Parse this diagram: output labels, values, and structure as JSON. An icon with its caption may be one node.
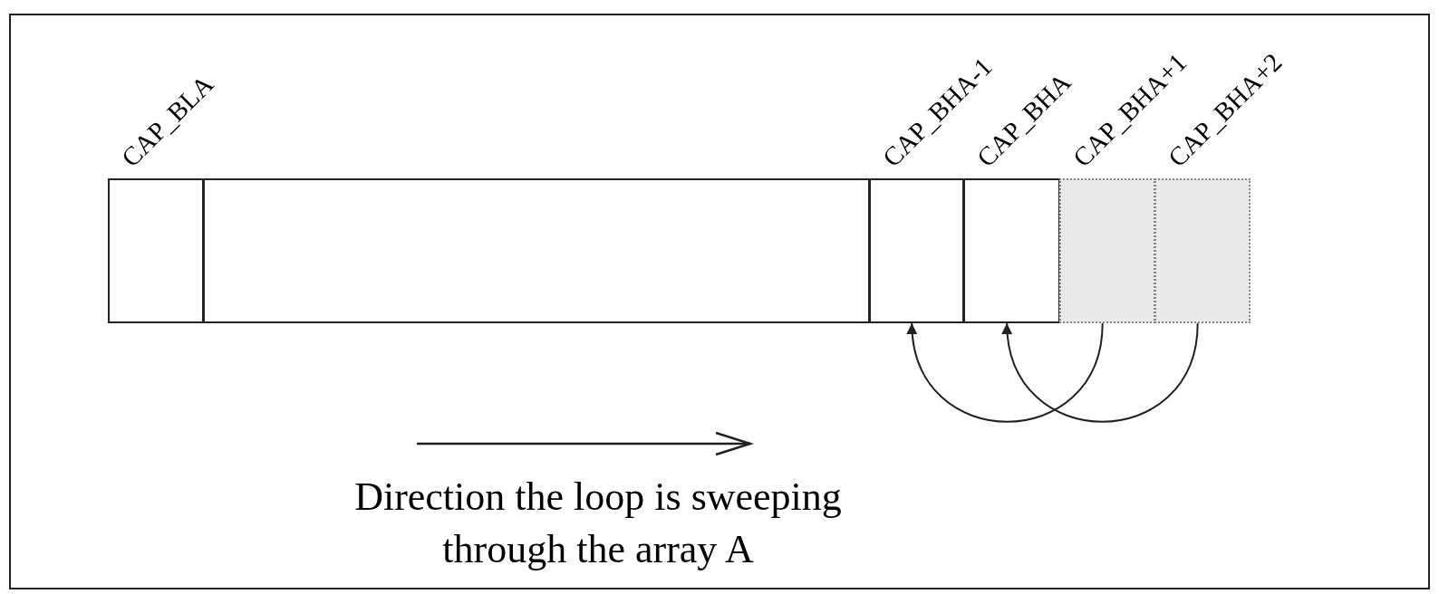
{
  "diagram": {
    "nodes": [
      {
        "text": [
          "CAP_BLA"
        ]
      },
      {
        "text": [],
        "shape": "box"
      },
      {
        "text": [
          "CAP_BHA-1"
        ]
      },
      {
        "text": [
          "CAP_BHA"
        ]
      },
      {
        "text": [
          "CAP_BHA+1"
        ]
      },
      {
        "text": [
          "CAP_BHA+2"
        ]
      }
    ],
    "edges": [
      {
        "from": 4,
        "to": 2,
        "arrow": "to"
      },
      {
        "from": 5,
        "to": 3,
        "arrow": "to"
      }
    ],
    "labels": [
      "Direction the loop is sweeping through the array A"
    ]
  }
}
